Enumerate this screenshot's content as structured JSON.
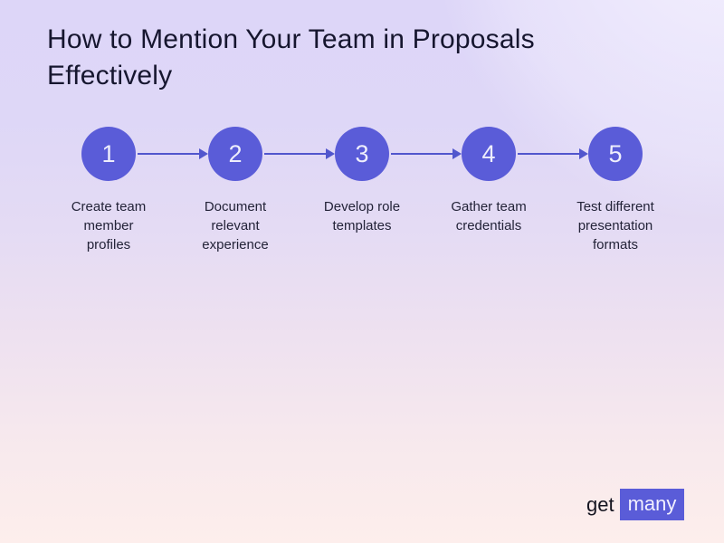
{
  "title": "How to Mention Your Team in Proposals\nEffectively",
  "steps": [
    {
      "number": "1",
      "label": "Create team\nmember\nprofiles"
    },
    {
      "number": "2",
      "label": "Document\nrelevant\nexperience"
    },
    {
      "number": "3",
      "label": "Develop role\ntemplates"
    },
    {
      "number": "4",
      "label": "Gather team\ncredentials"
    },
    {
      "number": "5",
      "label": "Test different\npresentation\nformats"
    }
  ],
  "logo": {
    "prefix": "get",
    "suffix": "many"
  },
  "colors": {
    "accent": "#5a5cd8",
    "arrow": "#5156cd",
    "title_text": "#16162f",
    "label_text": "#232338",
    "bg_top": "#ddd6f8",
    "bg_bottom": "#fdeeec",
    "circle_number_text": "#eeeefc",
    "logo_suffix_text": "#f2f0ff",
    "logo_prefix_text": "#141420"
  }
}
